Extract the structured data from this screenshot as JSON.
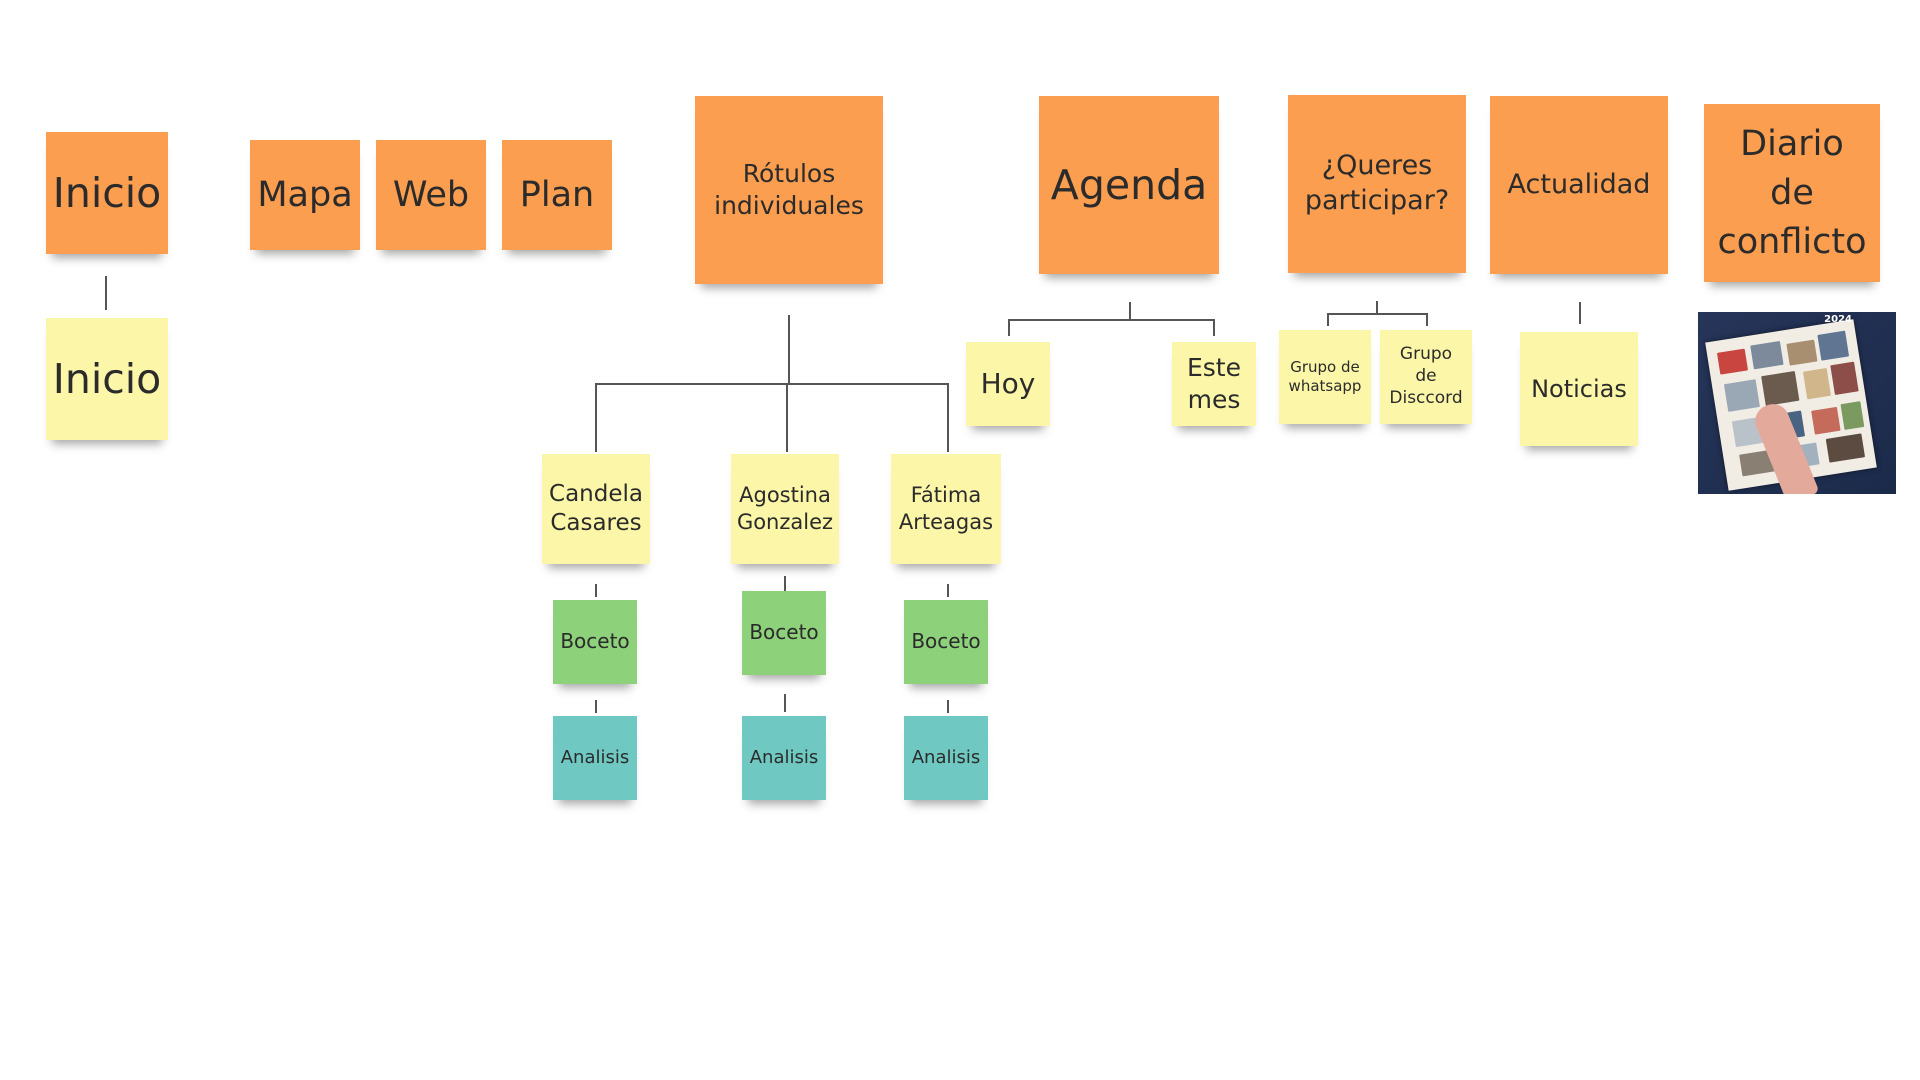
{
  "colors": {
    "orange": "#fb9e4f",
    "yellow": "#fcf7a8",
    "green": "#8ed17b",
    "teal": "#70c8c2",
    "connector": "#555555"
  },
  "top_row": {
    "inicio": "Inicio",
    "mapa": "Mapa",
    "web": "Web",
    "plan": "Plan",
    "rotulos_line1": "Rótulos",
    "rotulos_line2": "individuales",
    "agenda": "Agenda",
    "queres_line1": "¿Queres",
    "queres_line2": "participar?",
    "actualidad": "Actualidad",
    "diario_line1": "Diario",
    "diario_line2": "de",
    "diario_line3": "conflicto"
  },
  "children": {
    "inicio_child": "Inicio",
    "hoy": "Hoy",
    "este_mes_line1": "Este",
    "este_mes_line2": "mes",
    "whatsapp_line1": "Grupo de",
    "whatsapp_line2": "whatsapp",
    "discord_line1": "Grupo",
    "discord_line2": "de",
    "discord_line3": "Disccord",
    "noticias": "Noticias"
  },
  "people": [
    {
      "first": "Candela",
      "last": "Casares",
      "boceto": "Boceto",
      "analisis": "Analisis"
    },
    {
      "first": "Agostina",
      "last": "Gonzalez",
      "boceto": "Boceto",
      "analisis": "Analisis"
    },
    {
      "first": "Fátima",
      "last": "Arteagas",
      "boceto": "Boceto",
      "analisis": "Analisis"
    }
  ],
  "image": {
    "icon": "photo-icon",
    "year_text": "2024"
  }
}
